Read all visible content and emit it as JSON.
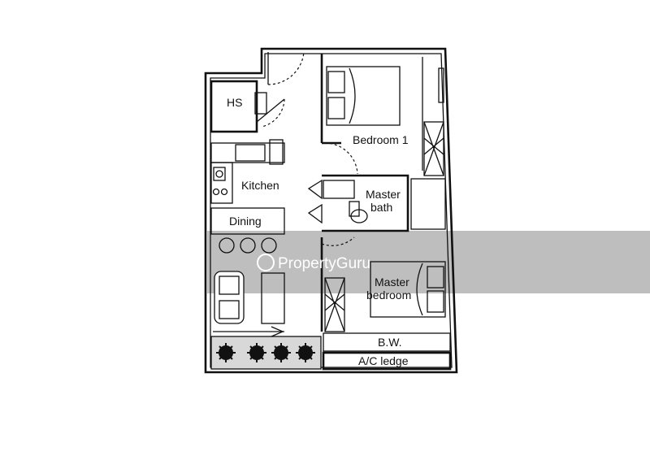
{
  "rooms": {
    "hs": "HS",
    "bedroom1": "Bedroom 1",
    "kitchen": "Kitchen",
    "dining": "Dining",
    "master_bath_line1": "Master",
    "master_bath_line2": "bath",
    "master_bed_line1": "Master",
    "master_bed_line2": "bedroom",
    "bw": "B.W.",
    "ac_ledge": "A/C ledge"
  },
  "watermark": {
    "text": "PropertyGuru"
  }
}
